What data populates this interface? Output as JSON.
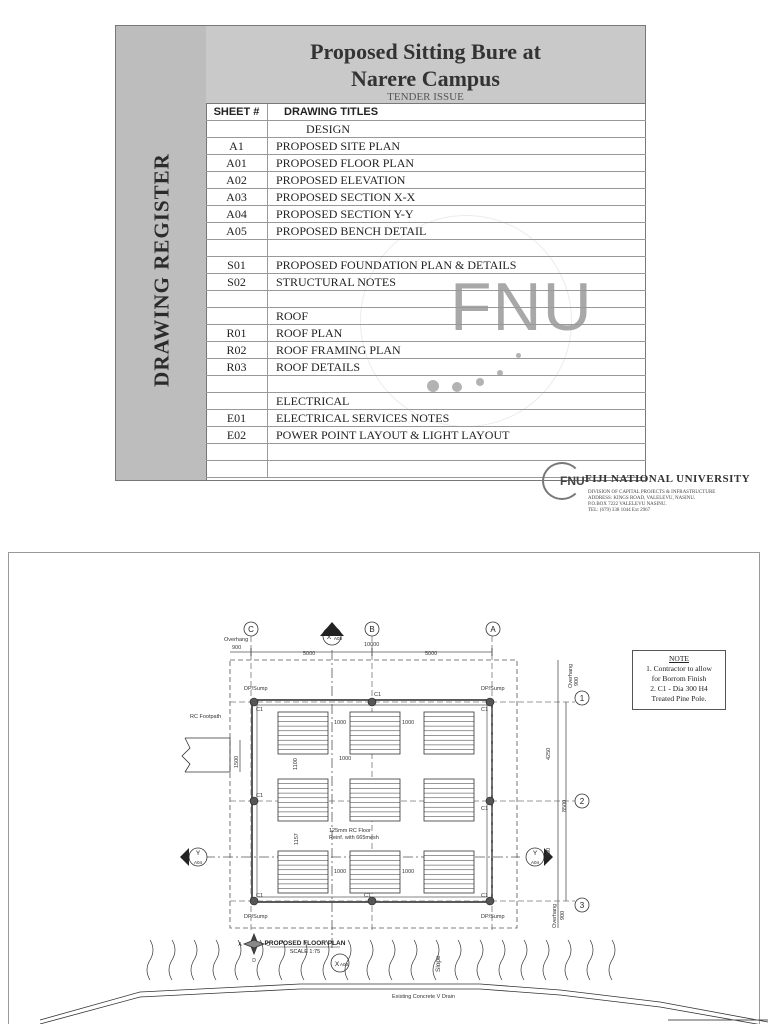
{
  "register": {
    "side_title": "DRAWING REGISTER",
    "title_line1": "Proposed Sitting Bure at",
    "title_line2": "Narere Campus",
    "issue": "TENDER ISSUE",
    "col_sheet": "SHEET #",
    "col_titles": "DRAWING TITLES",
    "rows": [
      {
        "sheet": "",
        "title": "DESIGN",
        "section": true
      },
      {
        "sheet": "A1",
        "title": "PROPOSED SITE PLAN"
      },
      {
        "sheet": "A01",
        "title": "PROPOSED FLOOR PLAN"
      },
      {
        "sheet": "A02",
        "title": "PROPOSED ELEVATION"
      },
      {
        "sheet": "A03",
        "title": "PROPOSED SECTION X-X"
      },
      {
        "sheet": "A04",
        "title": "PROPOSED SECTION Y-Y"
      },
      {
        "sheet": "A05",
        "title": "PROPOSED BENCH DETAIL"
      },
      {
        "sheet": "",
        "title": ""
      },
      {
        "sheet": "S01",
        "title": "PROPOSED FOUNDATION PLAN & DETAILS"
      },
      {
        "sheet": "S02",
        "title": "STRUCTURAL NOTES"
      },
      {
        "sheet": "",
        "title": ""
      },
      {
        "sheet": "",
        "title": "ROOF"
      },
      {
        "sheet": "R01",
        "title": "ROOF PLAN"
      },
      {
        "sheet": "R02",
        "title": "ROOF FRAMING PLAN"
      },
      {
        "sheet": "R03",
        "title": "ROOF DETAILS"
      },
      {
        "sheet": "",
        "title": ""
      },
      {
        "sheet": "",
        "title": "ELECTRICAL"
      },
      {
        "sheet": "E01",
        "title": "ELECTRICAL SERVICES NOTES"
      },
      {
        "sheet": "E02",
        "title": "POWER POINT LAYOUT & LIGHT LAYOUT"
      },
      {
        "sheet": "",
        "title": ""
      },
      {
        "sheet": "",
        "title": ""
      }
    ],
    "watermark": "FNU"
  },
  "logo": {
    "mark": "FNU",
    "university": "FIJI NATIONAL UNIVERSITY",
    "address_1": "DIVISION OF CAPITAL PROJECTS & INFRASTRUCTURE",
    "address_2": "ADDRESS: KINGS ROAD, VALELEVU, NASINU.",
    "address_3": "P.O.BOX 7222 VALELEVU NASINU.",
    "address_4": "TEL: (679) 338 1044 Ext 2967"
  },
  "plan": {
    "grid_c": "C",
    "grid_b": "B",
    "grid_a": "A",
    "grid_1": "1",
    "grid_2": "2",
    "grid_3": "3",
    "dim_total": "10000",
    "dim_half_left": "5000",
    "dim_half_right": "5000",
    "overhang": "Overhang",
    "dim_900": "900",
    "dim_4250": "4250",
    "dim_8500": "8500",
    "dim_1000": "1000",
    "dim_1100": "1100",
    "dim_1500": "1500",
    "dim_1157": "1157",
    "dim_250": "250",
    "dp_sump": "DP/Sump",
    "c1": "C1",
    "rc_footpath": "RC Footpath",
    "floor_note_1": "125mm RC Floor",
    "floor_note_2": "Reinf. with 665mesh",
    "section_x": "X",
    "section_y": "Y",
    "ref_a03": "A03",
    "ref_a04": "A04",
    "plan_title": "PROPOSED FLOOR PLAN",
    "plan_scale": "SCALE 1:75",
    "slope": "Slope",
    "drain": "Existing Concrete V Drain",
    "compass_w": "A",
    "compass_e": "C",
    "compass_s": "D"
  },
  "note": {
    "title": "NOTE",
    "item1_num": "1.",
    "item1_a": "Contractor to allow",
    "item1_b": "for Borrom Finish",
    "item2_num": "2.",
    "item2_a": "C1 - Dia 300 H4",
    "item2_b": "Treated Pine Pole."
  }
}
